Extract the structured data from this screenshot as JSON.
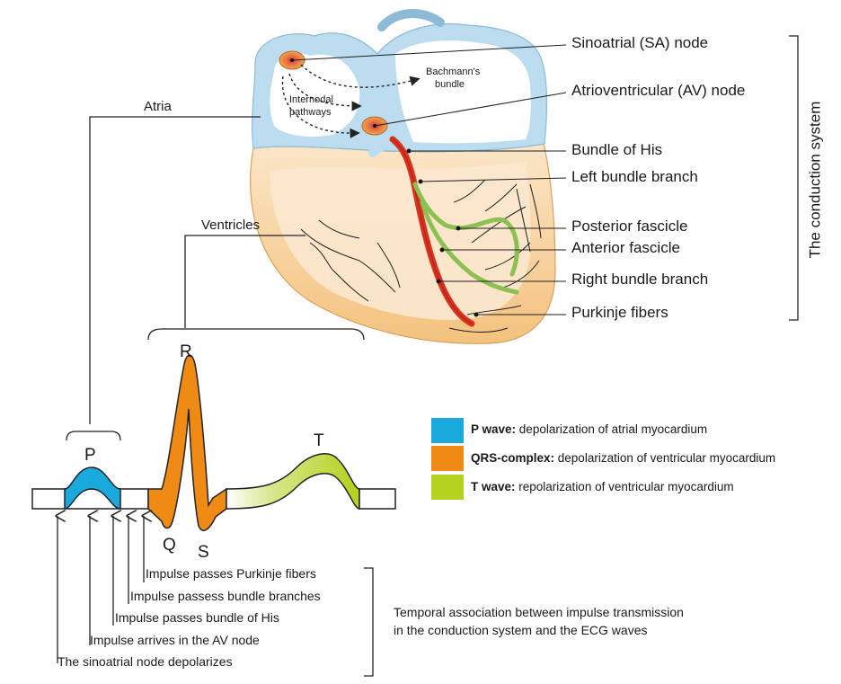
{
  "heart_labels": {
    "sa_node": "Sinoatrial (SA) node",
    "av_node": "Atrioventricular (AV) node",
    "bundle_of_his": "Bundle of His",
    "left_bundle_branch": "Left bundle branch",
    "posterior_fascicle": "Posterior fascicle",
    "anterior_fascicle": "Anterior fascicle",
    "right_bundle_branch": "Right bundle branch",
    "purkinje_fibers": "Purkinje fibers",
    "bachmanns_bundle_1": "Bachmann's",
    "bachmanns_bundle_2": "bundle",
    "internodal_1": "Internodal",
    "internodal_2": "pathways",
    "atria": "Atria",
    "ventricles": "Ventricles"
  },
  "side_title": "The conduction system",
  "ecg_waves": {
    "p": "P",
    "q": "Q",
    "r": "R",
    "s": "S",
    "t": "T"
  },
  "legend": [
    {
      "key": "P wave:",
      "text": " depolarization of atrial myocardium",
      "color": "#1aa9dc"
    },
    {
      "key": "QRS-complex:",
      "text": " depolarization of ventricular myocardium",
      "color": "#ef8a14"
    },
    {
      "key": "T wave:",
      "text": " repolarization of ventricular myocardium",
      "color": "#b5d21f"
    }
  ],
  "impulse_steps": [
    "Impulse passes Purkinje fibers",
    "Impulse passess bundle branches",
    "Impulse passes bundle of His",
    "Impulse arrives in the AV node",
    "The sinoatrial node depolarizes"
  ],
  "caption_line1": "Temporal association between impulse transmission",
  "caption_line2": "in the conduction system and the ECG waves",
  "colors": {
    "atria_fill": "#bcdcef",
    "ventricle_fill": "#f6cf9a",
    "his_bundle": "#d9311e",
    "fascicle": "#8cc152",
    "node": "#f08c3a"
  }
}
